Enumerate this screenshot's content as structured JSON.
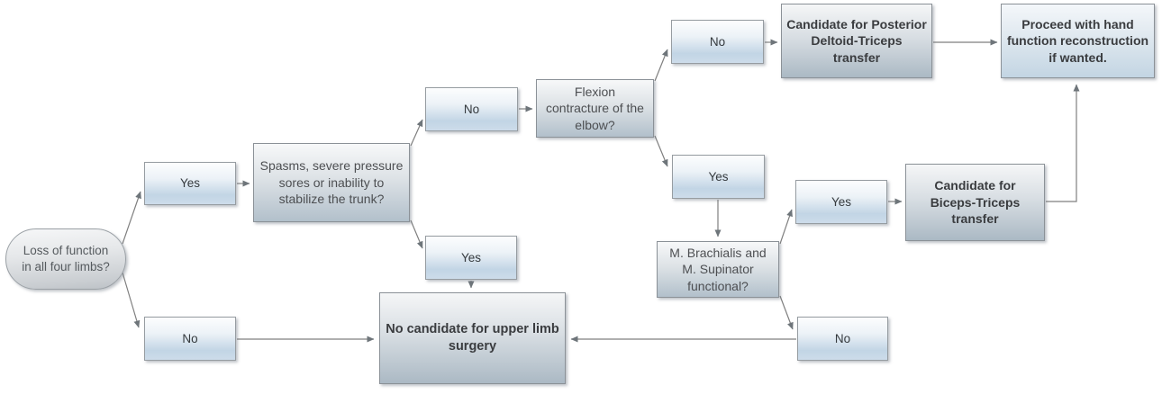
{
  "diagram": {
    "type": "flowchart",
    "nodes": {
      "start": {
        "label": "Loss of function\nin all four limbs?",
        "shape": "terminator"
      },
      "yes1": {
        "label": "Yes",
        "shape": "process"
      },
      "no1": {
        "label": "No",
        "shape": "process"
      },
      "spasms": {
        "label": "Spasms, severe pressure\nsores or inability to\nstabilize the trunk?",
        "shape": "question"
      },
      "no2": {
        "label": "No",
        "shape": "process"
      },
      "yes2": {
        "label": "Yes",
        "shape": "process"
      },
      "flexion": {
        "label": "Flexion\ncontracture of the\nelbow?",
        "shape": "question"
      },
      "no3": {
        "label": "No",
        "shape": "process"
      },
      "yes3": {
        "label": "Yes",
        "shape": "process"
      },
      "posterior": {
        "label": "Candidate for Posterior\nDeltoid-Triceps\ntransfer",
        "shape": "outcome"
      },
      "proceed": {
        "label": "Proceed with hand\nfunction reconstruction\nif wanted.",
        "shape": "outcome"
      },
      "brachialis": {
        "label": "M. Brachialis and\nM. Supinator\nfunctional?",
        "shape": "question"
      },
      "yes4": {
        "label": "Yes",
        "shape": "process"
      },
      "no4": {
        "label": "No",
        "shape": "process"
      },
      "biceps": {
        "label": "Candidate for\nBiceps-Triceps\ntransfer",
        "shape": "outcome"
      },
      "nocandidate": {
        "label": "No candidate for upper limb\nsurgery",
        "shape": "outcome"
      }
    },
    "edges": [
      {
        "from": "start",
        "to": "yes1"
      },
      {
        "from": "start",
        "to": "no1"
      },
      {
        "from": "yes1",
        "to": "spasms"
      },
      {
        "from": "spasms",
        "to": "no2"
      },
      {
        "from": "spasms",
        "to": "yes2"
      },
      {
        "from": "no2",
        "to": "flexion"
      },
      {
        "from": "flexion",
        "to": "no3"
      },
      {
        "from": "flexion",
        "to": "yes3"
      },
      {
        "from": "no3",
        "to": "posterior"
      },
      {
        "from": "posterior",
        "to": "proceed"
      },
      {
        "from": "yes3",
        "to": "brachialis"
      },
      {
        "from": "brachialis",
        "to": "yes4"
      },
      {
        "from": "brachialis",
        "to": "no4"
      },
      {
        "from": "yes4",
        "to": "biceps"
      },
      {
        "from": "biceps",
        "to": "proceed"
      },
      {
        "from": "yes2",
        "to": "nocandidate"
      },
      {
        "from": "no1",
        "to": "nocandidate"
      },
      {
        "from": "no4",
        "to": "nocandidate"
      }
    ],
    "colors": {
      "connector": "#7f7f7f",
      "box_border": "#8b9197",
      "text": "#4d4d4d",
      "outcome_text": "#3a3c3f",
      "box_fill_top": "#f7f8f9",
      "box_fill_bottom_blue": "#c2d5e5",
      "box_fill_bottom_gray": "#abb9c4"
    }
  }
}
